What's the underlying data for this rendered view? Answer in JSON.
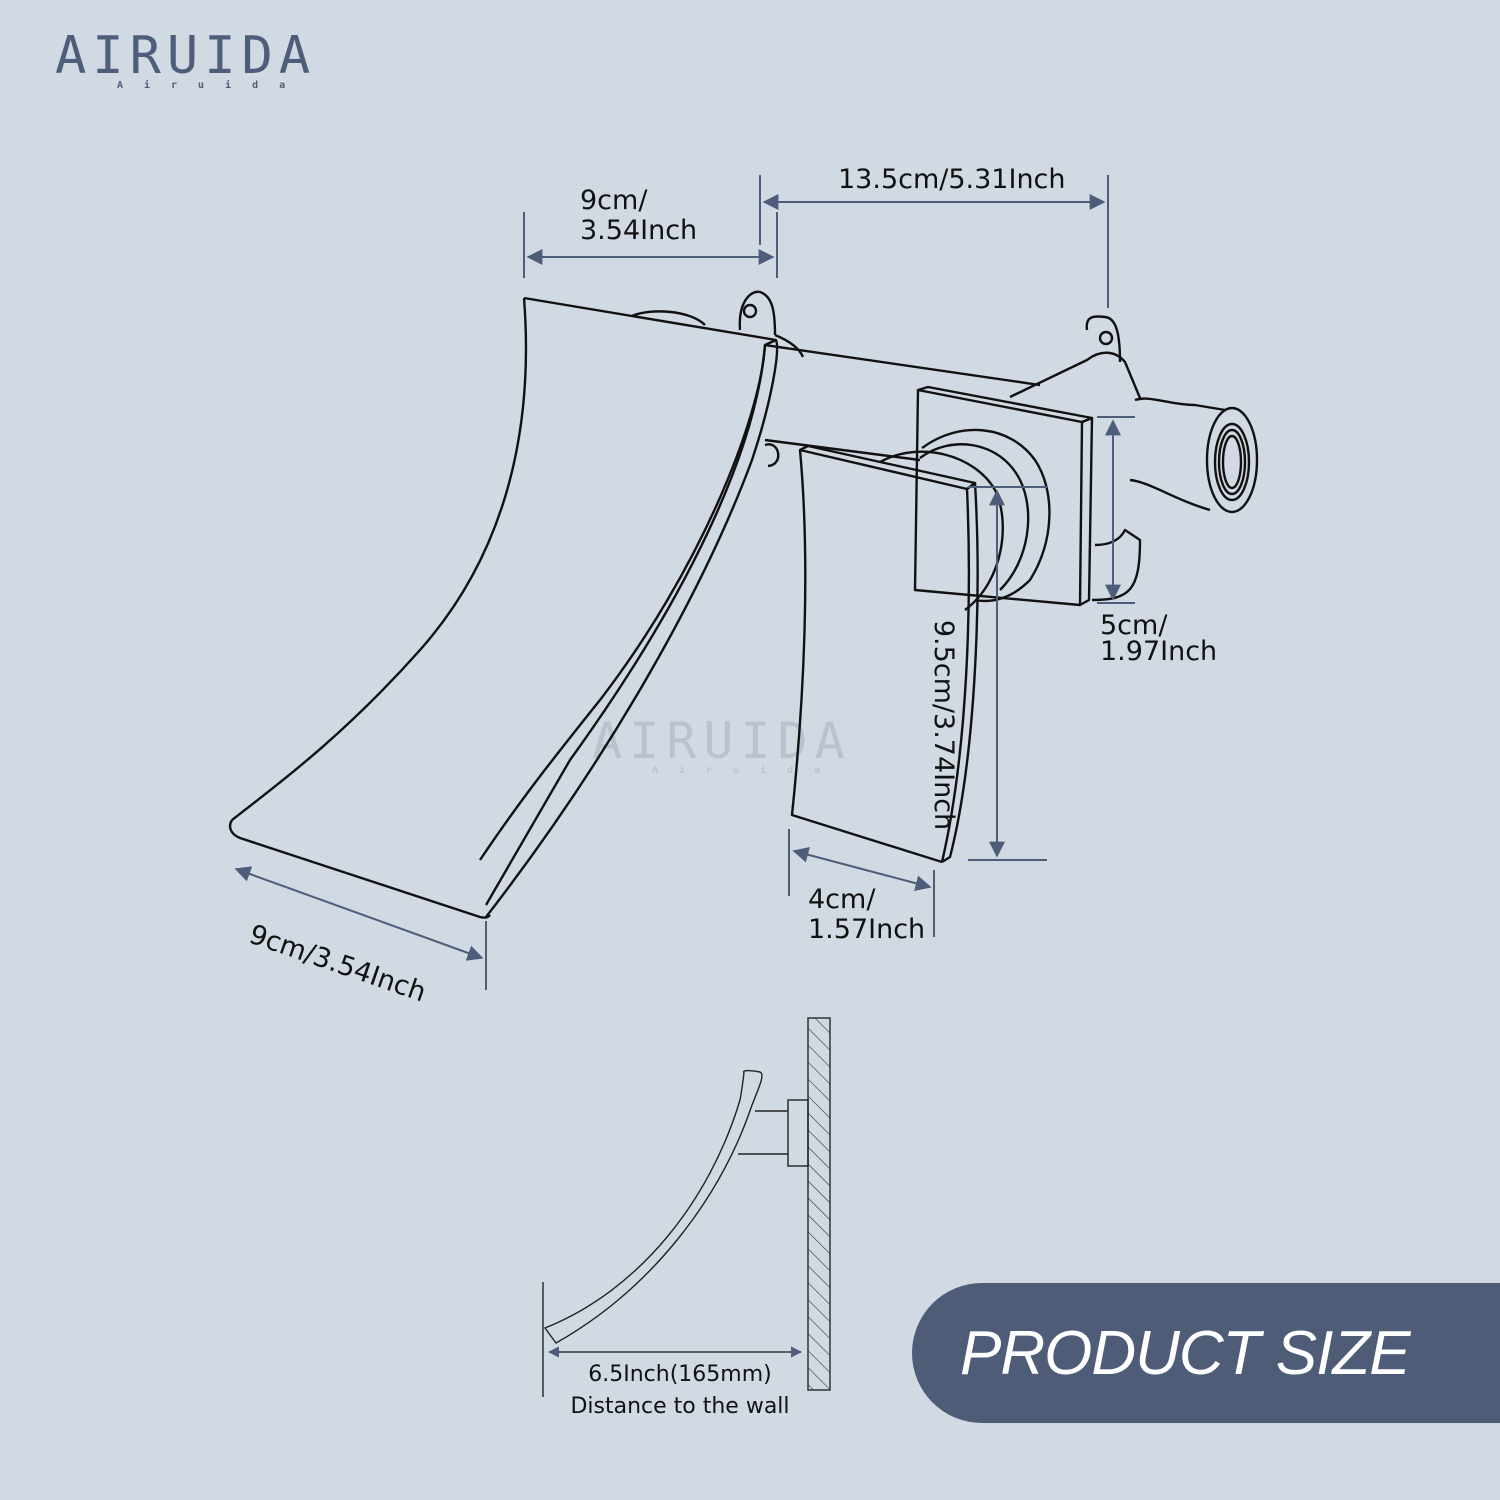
{
  "brand": {
    "name": "AIRUIDA",
    "tagline": "Airuida",
    "logo_icon": "shower-head-icon",
    "color": "#4e5d79"
  },
  "watermark": {
    "name": "AIRUIDA",
    "tagline": "Airuida"
  },
  "dimensions": {
    "spout_top_width": {
      "line1": "9cm/",
      "line2": "3.54Inch"
    },
    "overall_depth": "13.5cm/5.31Inch",
    "valve_body_height": {
      "line1": "5cm/",
      "line2": "1.97Inch"
    },
    "handle_height": "9.5cm/3.74Inch",
    "handle_width": {
      "line1": "4cm/",
      "line2": "1.57Inch"
    },
    "spout_bottom_width": "9cm/3.54Inch"
  },
  "side_view": {
    "distance": "6.5Inch(165mm)",
    "caption": "Distance to the wall"
  },
  "badge": {
    "label": "PRODUCT SIZE",
    "background": "#4e5c78"
  },
  "colors": {
    "background": "#d1d9e3",
    "dimension_line": "#4e5d79",
    "outline": "#111111"
  }
}
